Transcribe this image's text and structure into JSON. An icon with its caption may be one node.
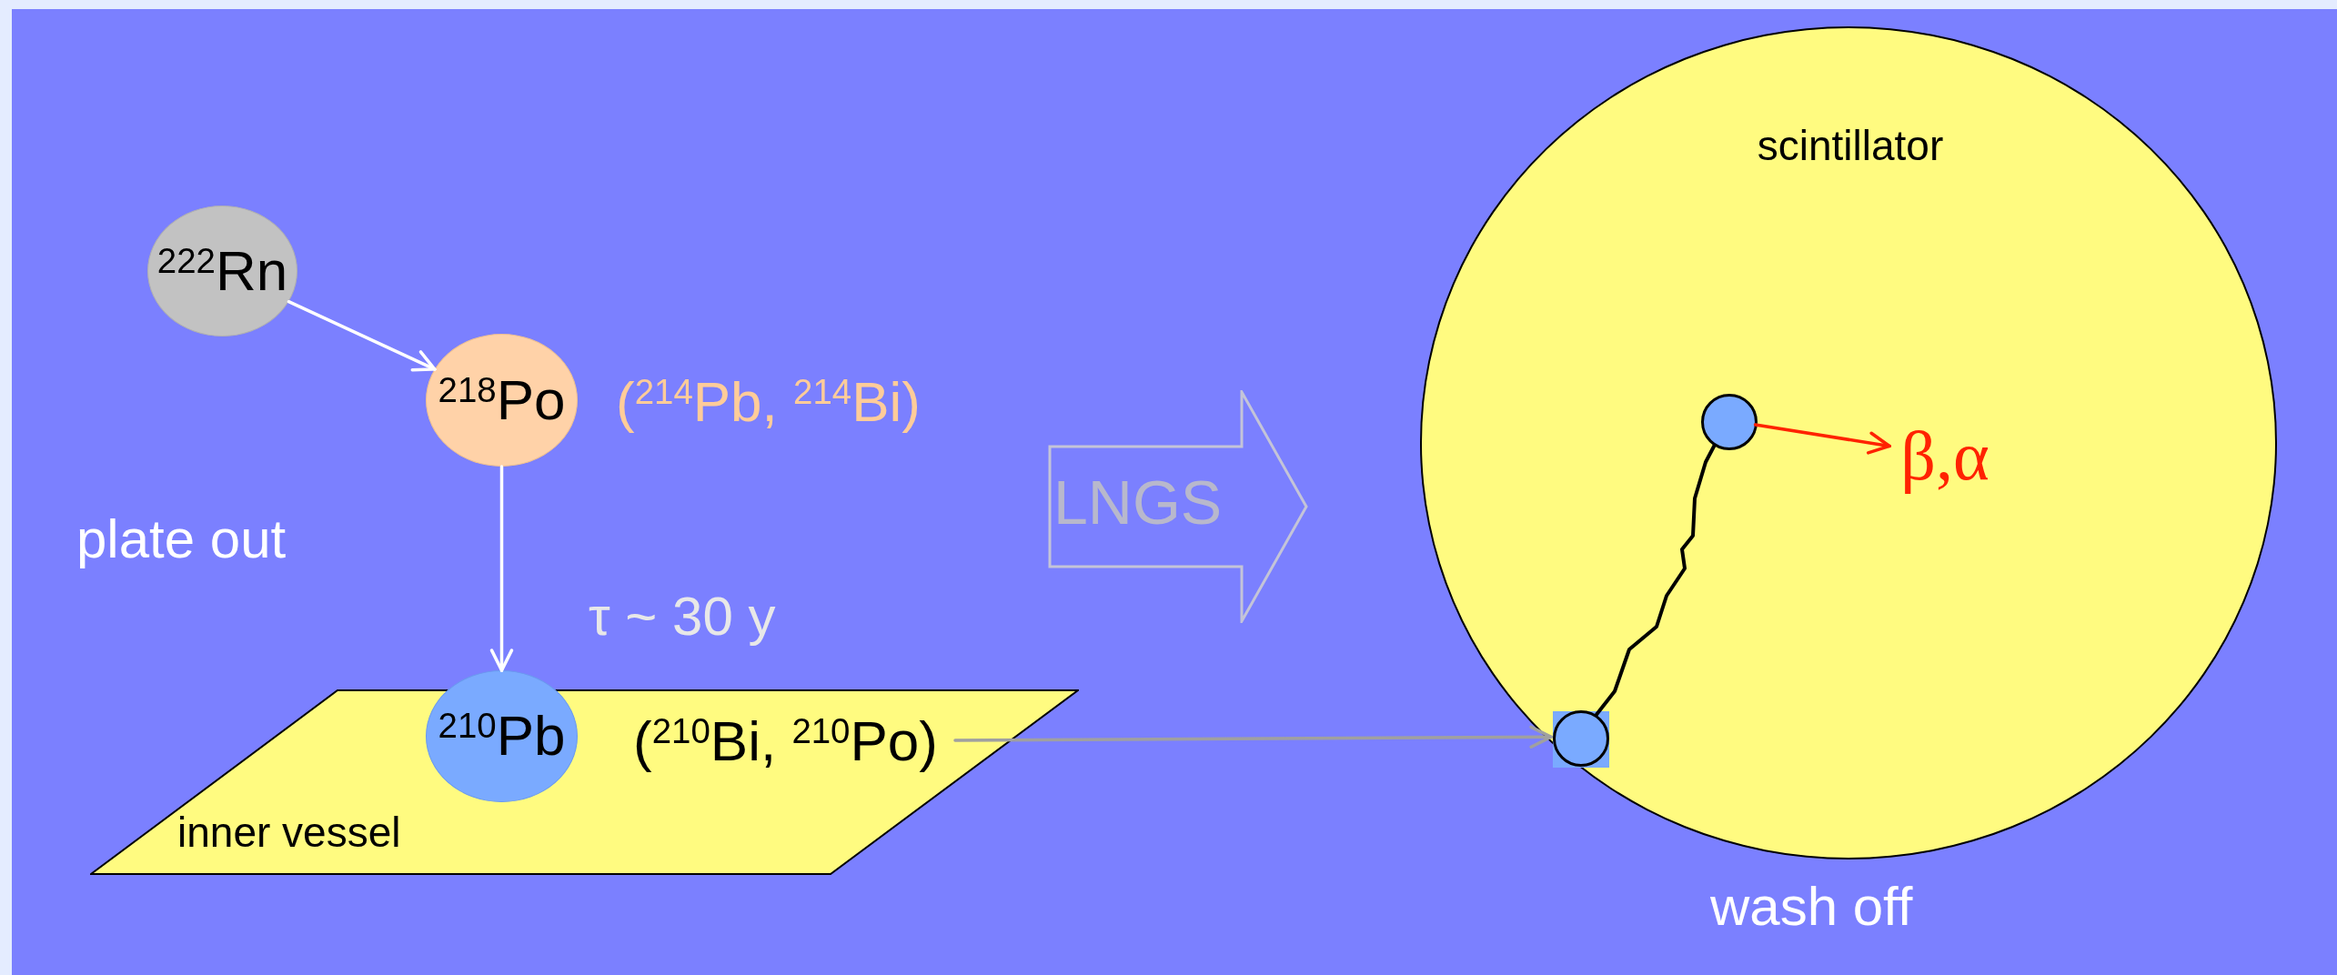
{
  "diagram": {
    "nodes": [
      {
        "text": [
          "$^{222}$Rn"
        ]
      },
      {
        "text": [
          "$^{218}$Po"
        ],
        "beside": [
          "($^{214}$Pb, $^{214}$Bi)"
        ]
      },
      {
        "text": [
          "inner vessel"
        ]
      },
      {
        "text": [
          "$^{210}$Pb"
        ]
      },
      {
        "text": [
          "($^{210}$Bi, $^{210}$Po)"
        ],
        "in": 2
      },
      {
        "text": [
          "LNGS"
        ]
      },
      {
        "text": [
          "scintillator"
        ],
        "beside": [
          "wash off"
        ]
      },
      {
        "text": [],
        "shape": "circle",
        "in": 6
      },
      {
        "text": [],
        "shape": "circle",
        "in": 6
      },
      {
        "text": [
          "β,α"
        ],
        "in": 6
      }
    ],
    "edges": [
      {
        "from": 0,
        "to": 1,
        "arrow": "to"
      },
      {
        "from": 1,
        "to": 3,
        "arrow": "to"
      },
      {
        "from": 4,
        "to": 7,
        "arrow": "to",
        "color": "#a0a0a0"
      },
      {
        "from": 7,
        "to": 8,
        "arrow": "none",
        "color": "#000000"
      },
      {
        "from": 8,
        "to": 9,
        "arrow": "to",
        "color": "#ff2200"
      }
    ],
    "labels": [
      "plate out",
      "τ ~ 30 y"
    ]
  }
}
